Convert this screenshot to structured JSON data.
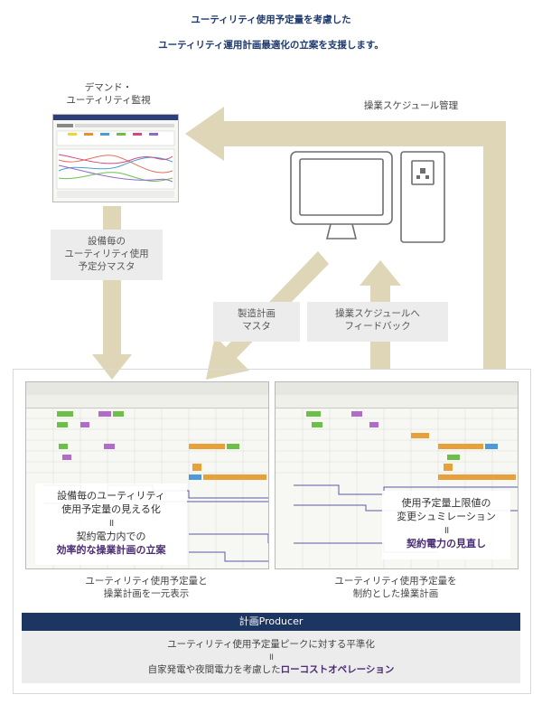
{
  "header": {
    "line1": "ユーティリティ使用予定量を考慮した",
    "line2": "ユーティリティ運用計画最適化の立案を支援します。"
  },
  "monitor_label": {
    "line1": "デマンド・",
    "line2": "ユーティリティ監視"
  },
  "schedule_mgmt_label": "操業スケジュール管理",
  "label_left": {
    "line1": "設備毎の",
    "line2": "ユーティリティ使用",
    "line3": "予定分マスタ"
  },
  "label_mid": {
    "line1": "製造計画",
    "line2": "マスタ"
  },
  "label_right": {
    "line1": "操業スケジュールへ",
    "line2": "フィードバック"
  },
  "panel_left": {
    "overlay_line1": "設備毎のユーティリティ",
    "overlay_line2": "使用予定量の見える化",
    "overlay_sep": "॥",
    "overlay_line3": "契約電力内での",
    "overlay_accent": "効率的な操業計画の立案",
    "caption_line1": "ユーティリティ使用予定量と",
    "caption_line2": "操業計画を一元表示"
  },
  "panel_right": {
    "overlay_line1": "使用予定量上限値の",
    "overlay_line2": "変更シュミレーション",
    "overlay_sep": "॥",
    "overlay_accent": "契約電力の見直し",
    "caption_line1": "ユーティリティ使用予定量を",
    "caption_line2": "制約とした操業計画"
  },
  "producer": {
    "title": "計画Producer",
    "line1": "ユーティリティ使用予定量ピークに対する平準化",
    "sep": "॥",
    "line2_prefix": "自家発電や夜間電力を考慮した",
    "line2_accent": "ローコストオペレーション"
  }
}
